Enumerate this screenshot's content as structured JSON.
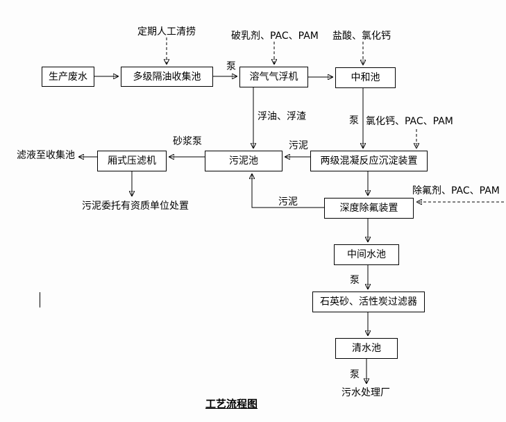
{
  "title": "工艺流程图",
  "nodes": {
    "production_wastewater": "生产废水",
    "oil_separation_tank": "多级隔油收集池",
    "daf_machine": "溶气气浮机",
    "neutralization_tank": "中和池",
    "filter_press": "厢式压滤机",
    "sludge_tank": "污泥池",
    "coagulation_sedimentation": "两级混凝反应沉淀装置",
    "fluoride_removal": "深度除氟装置",
    "intermediate_tank": "中间水池",
    "sand_carbon_filter": "石英砂、活性炭过滤器",
    "clean_water_tank": "清水池"
  },
  "labels": {
    "manual_cleaning": "定期人工清捞",
    "demulsifier_pac_pam": "破乳剂、PAC、PAM",
    "hcl_cacl2": "盐酸、氯化钙",
    "pump1": "泵",
    "floating_oil_scum": "浮油、浮渣",
    "pump2": "泵",
    "cacl2_pac_pam": "氯化钙、PAC、PAM",
    "sludge_label_1": "污泥",
    "slurry_pump": "砂浆泵",
    "filtrate_to_collection": "滤液至收集池",
    "sludge_disposal": "污泥委托有资质单位处置",
    "fluoride_agent_pac_pam": "除氟剂、PAC、PAM",
    "sludge_label_2": "污泥",
    "pump3": "泵",
    "pump4": "泵",
    "wwtp": "污水处理厂"
  }
}
